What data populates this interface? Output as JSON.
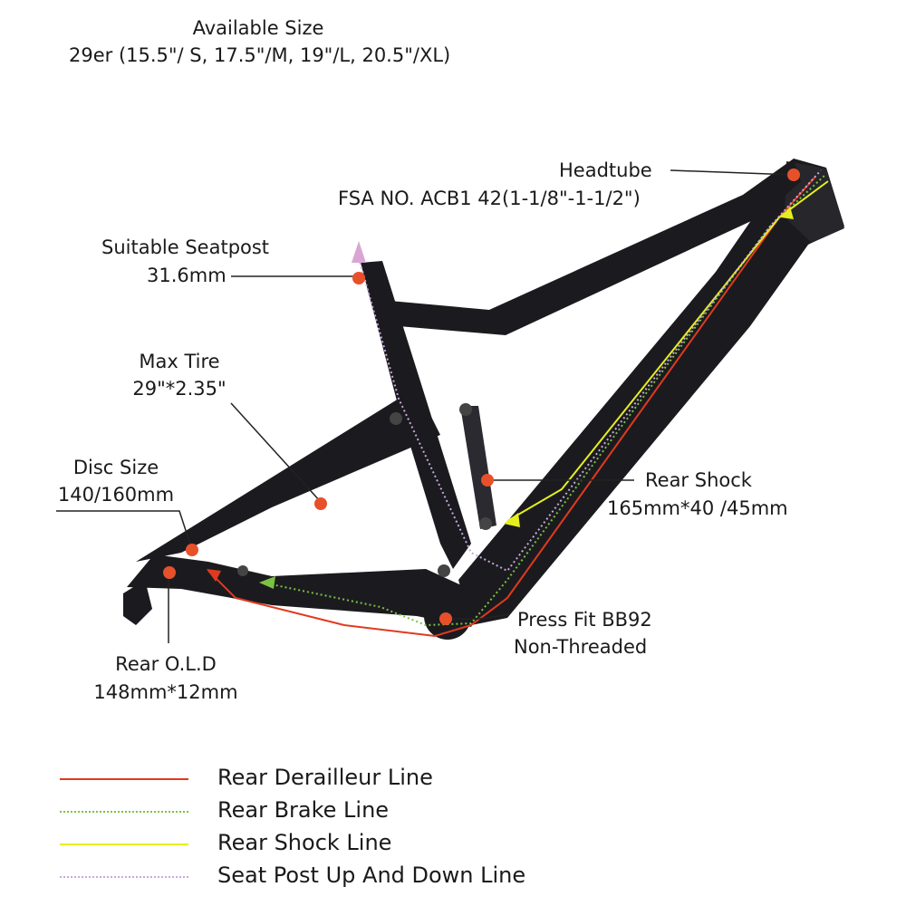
{
  "sizes": {
    "title": "Available Size",
    "list": "29er (15.5\"/ S, 17.5\"/M, 19\"/L, 20.5\"/XL)"
  },
  "callouts": {
    "headtube": {
      "label": "Headtube",
      "value": "FSA NO. ACB1 42(1-1/8\"-1-1/2\")"
    },
    "seatpost": {
      "label": "Suitable Seatpost",
      "value": "31.6mm"
    },
    "max_tire": {
      "label": "Max Tire",
      "value": "29\"*2.35\""
    },
    "disc": {
      "label": "Disc Size",
      "value": "140/160mm"
    },
    "rear_shock": {
      "label": "Rear Shock",
      "value": "165mm*40 /45mm"
    },
    "bb": {
      "label": "Press Fit BB92",
      "value": "Non-Threaded"
    },
    "old": {
      "label": "Rear O.L.D",
      "value": "148mm*12mm"
    }
  },
  "legend": [
    {
      "label": "Rear Derailleur Line",
      "color": "#e03a1e",
      "style": "solid"
    },
    {
      "label": "Rear Brake Line",
      "color": "#7cc242",
      "style": "dotted"
    },
    {
      "label": "Rear Shock Line",
      "color": "#e6ef1e",
      "style": "solid"
    },
    {
      "label": "Seat Post Up And Down Line",
      "color": "#c9a8e0",
      "style": "dotted"
    }
  ],
  "colors": {
    "frame": "#1b1b1f",
    "marker": "#e8502a",
    "leader": "#222222"
  }
}
